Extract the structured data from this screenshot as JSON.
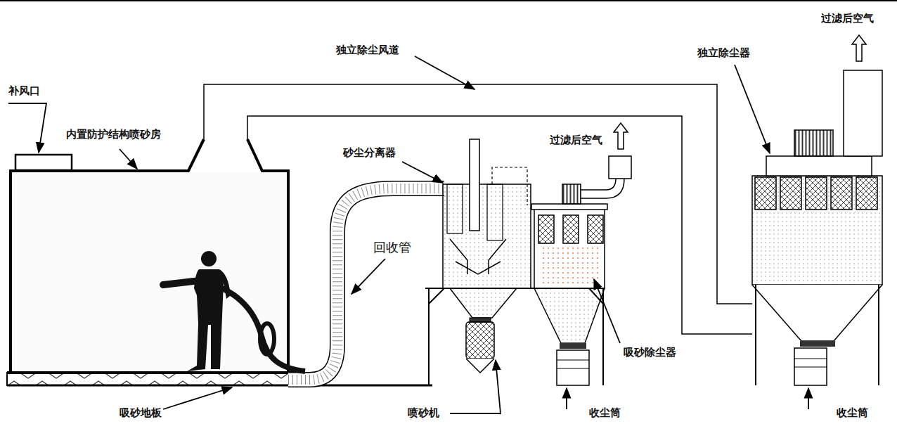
{
  "diagram": {
    "labels": [
      "过滤后空气",
      "独立除尘风道",
      "独立除尘器",
      "补风口",
      "内置防护结构喷砂房",
      "过滤后空气",
      "砂尘分离器",
      "回收管",
      "吸砂除尘器",
      "吸砂地板",
      "喷砂机",
      "收尘筒",
      "收尘筒"
    ]
  }
}
